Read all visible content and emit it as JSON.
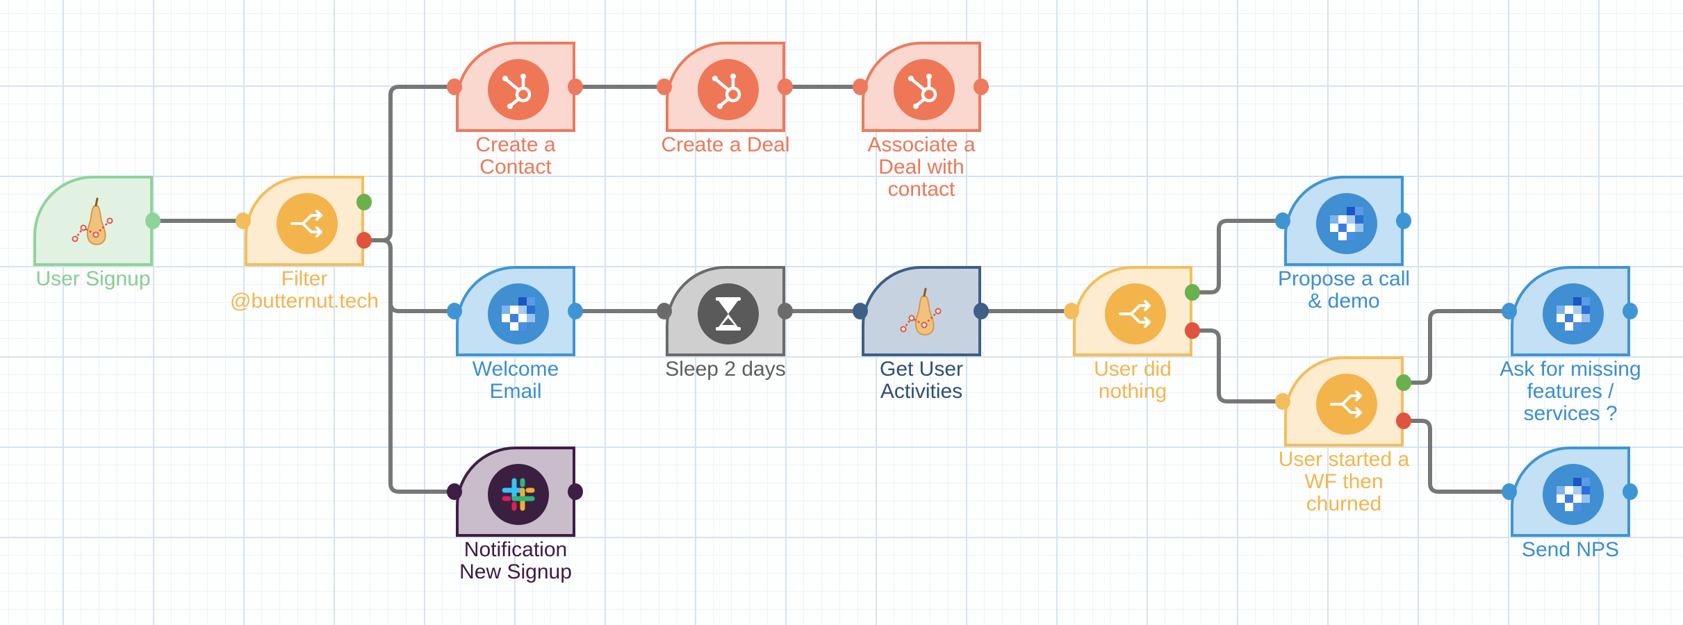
{
  "workflow": {
    "nodes": [
      {
        "id": "user-signup",
        "kind": "trigger",
        "label": "User Signup",
        "icon": "pear-trigger-icon",
        "stroke": "#8fd39a",
        "fill": "#e1f2e3",
        "text": "#88cd93"
      },
      {
        "id": "filter-butternut",
        "kind": "filter",
        "label": "Filter @butternut.tech",
        "icon": "filter-split-icon",
        "stroke": "#f4bd5c",
        "fill": "#fdecd0",
        "text": "#f3b54f"
      },
      {
        "id": "create-contact",
        "kind": "hubspot",
        "label": "Create a Contact",
        "icon": "hubspot-icon",
        "stroke": "#ed7a5d",
        "fill": "#fad8d0",
        "text": "#ec7859"
      },
      {
        "id": "create-deal",
        "kind": "hubspot",
        "label": "Create a Deal",
        "icon": "hubspot-icon",
        "stroke": "#ed7a5d",
        "fill": "#fad8d0",
        "text": "#ec7859"
      },
      {
        "id": "associate-deal",
        "kind": "hubspot",
        "label": "Associate a Deal with contact",
        "icon": "hubspot-icon",
        "stroke": "#ed7a5d",
        "fill": "#fad8d0",
        "text": "#ec7859"
      },
      {
        "id": "welcome-email",
        "kind": "email",
        "label": "Welcome Email",
        "icon": "mail-grid-icon",
        "stroke": "#3f95d4",
        "fill": "#c3e0f5",
        "text": "#3b8ed1"
      },
      {
        "id": "sleep",
        "kind": "sleep",
        "label": "Sleep 2 days",
        "icon": "hourglass-icon",
        "stroke": "#6b6b6b",
        "fill": "#cfcfcf",
        "text": "#5e5e5e"
      },
      {
        "id": "get-activities",
        "kind": "action",
        "label": "Get User Activities",
        "icon": "pear-action-icon",
        "stroke": "#3e5f86",
        "fill": "#c6d2df",
        "text": "#2f4f74"
      },
      {
        "id": "user-did-nothing",
        "kind": "filter",
        "label": "User did nothing",
        "icon": "filter-split-icon",
        "stroke": "#f4bd5c",
        "fill": "#fdecd0",
        "text": "#f3b54f"
      },
      {
        "id": "propose-call",
        "kind": "email",
        "label": "Propose a call & demo",
        "icon": "mail-grid-icon",
        "stroke": "#3f95d4",
        "fill": "#c3e0f5",
        "text": "#3b8ed1"
      },
      {
        "id": "user-churned",
        "kind": "filter",
        "label": "User started a WF then churned",
        "icon": "filter-split-icon",
        "stroke": "#f4bd5c",
        "fill": "#fdecd0",
        "text": "#f3b54f"
      },
      {
        "id": "ask-missing",
        "kind": "email",
        "label": "Ask for missing features / services ?",
        "icon": "mail-grid-icon",
        "stroke": "#3f95d4",
        "fill": "#c3e0f5",
        "text": "#3b8ed1"
      },
      {
        "id": "send-nps",
        "kind": "email",
        "label": "Send NPS",
        "icon": "mail-grid-icon",
        "stroke": "#3f95d4",
        "fill": "#c3e0f5",
        "text": "#3b8ed1"
      },
      {
        "id": "slack-notify",
        "kind": "slack",
        "label": "Notification New Signup",
        "icon": "slack-icon",
        "stroke": "#3d1e44",
        "fill": "#c9bccb",
        "text": "#3b1c42"
      }
    ],
    "edges": [
      {
        "from": "user-signup",
        "to": "filter-butternut"
      },
      {
        "from": "filter-butternut",
        "to": "create-contact",
        "branch": "false"
      },
      {
        "from": "filter-butternut",
        "to": "welcome-email",
        "branch": "false"
      },
      {
        "from": "filter-butternut",
        "to": "slack-notify",
        "branch": "false"
      },
      {
        "from": "create-contact",
        "to": "create-deal"
      },
      {
        "from": "create-deal",
        "to": "associate-deal"
      },
      {
        "from": "welcome-email",
        "to": "sleep"
      },
      {
        "from": "sleep",
        "to": "get-activities"
      },
      {
        "from": "get-activities",
        "to": "user-did-nothing"
      },
      {
        "from": "user-did-nothing",
        "to": "propose-call",
        "branch": "true"
      },
      {
        "from": "user-did-nothing",
        "to": "user-churned",
        "branch": "false"
      },
      {
        "from": "user-churned",
        "to": "ask-missing",
        "branch": "true"
      },
      {
        "from": "user-churned",
        "to": "send-nps",
        "branch": "false"
      }
    ],
    "colors": {
      "wire": "#777777",
      "true_port": "#6ab04c",
      "false_port": "#e0533c",
      "hubspot_badge": "#ee7757",
      "email_badge": "#3f8fd2",
      "filter_badge": "#f3b44c"
    }
  }
}
